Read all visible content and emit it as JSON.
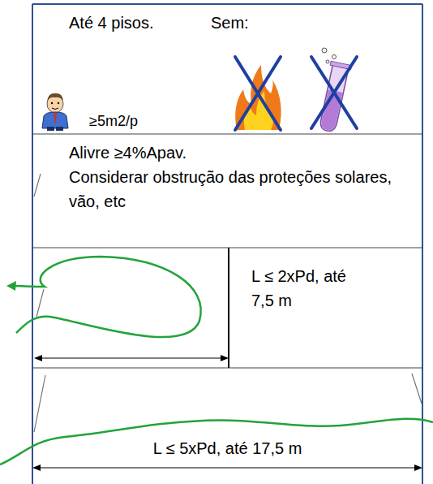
{
  "diagram": {
    "nodes": [
      {
        "text": [
          "Até 4 pisos.",
          "Sem:",
          "≥5m2/p"
        ]
      },
      {
        "text": [
          "Alivre ≥4%Apav.",
          "Considerar obstrução das proteções solares, vão, etc"
        ]
      },
      {
        "text": [
          "L ≤ 2xPd, até 7,5 m"
        ]
      },
      {
        "text": [
          "L ≤ 5xPd, até 17,5 m"
        ]
      }
    ]
  }
}
